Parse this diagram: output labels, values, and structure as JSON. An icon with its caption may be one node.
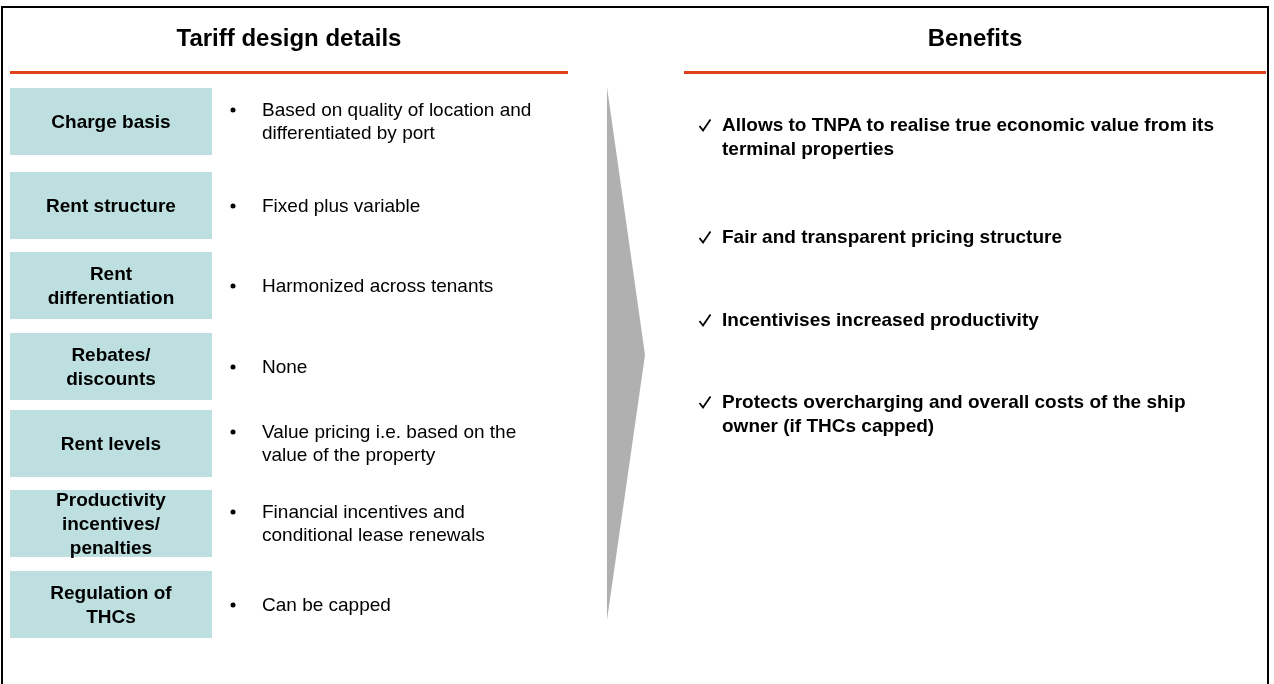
{
  "diagram": {
    "nodes": [
      {
        "text": [
          "Charge basis"
        ],
        "beside": [
          "Based on quality of location and differentiated by port"
        ]
      },
      {
        "text": [
          "Rent structure"
        ],
        "beside": [
          "Fixed plus variable"
        ]
      },
      {
        "text": [
          "Rent differentiation"
        ],
        "beside": [
          "Harmonized across tenants"
        ]
      },
      {
        "text": [
          "Rebates/ discounts"
        ],
        "beside": [
          "None"
        ]
      },
      {
        "text": [
          "Rent levels"
        ],
        "beside": [
          "Value pricing i.e. based on the value of the property"
        ]
      },
      {
        "text": [
          "Productivity incentives/ penalties"
        ],
        "beside": [
          "Financial incentives and conditional lease renewals"
        ]
      },
      {
        "text": [
          "Regulation of THCs"
        ],
        "beside": [
          "Can be capped"
        ]
      }
    ],
    "edges": [],
    "labels": [
      "Tariff design details",
      "Benefits",
      "Allows to TNPA to realise true economic value from its terminal properties",
      "Fair and transparent pricing structure",
      "Incentivises increased productivity",
      "Protects overcharging and overall costs of the ship owner (if THCs capped)"
    ]
  }
}
